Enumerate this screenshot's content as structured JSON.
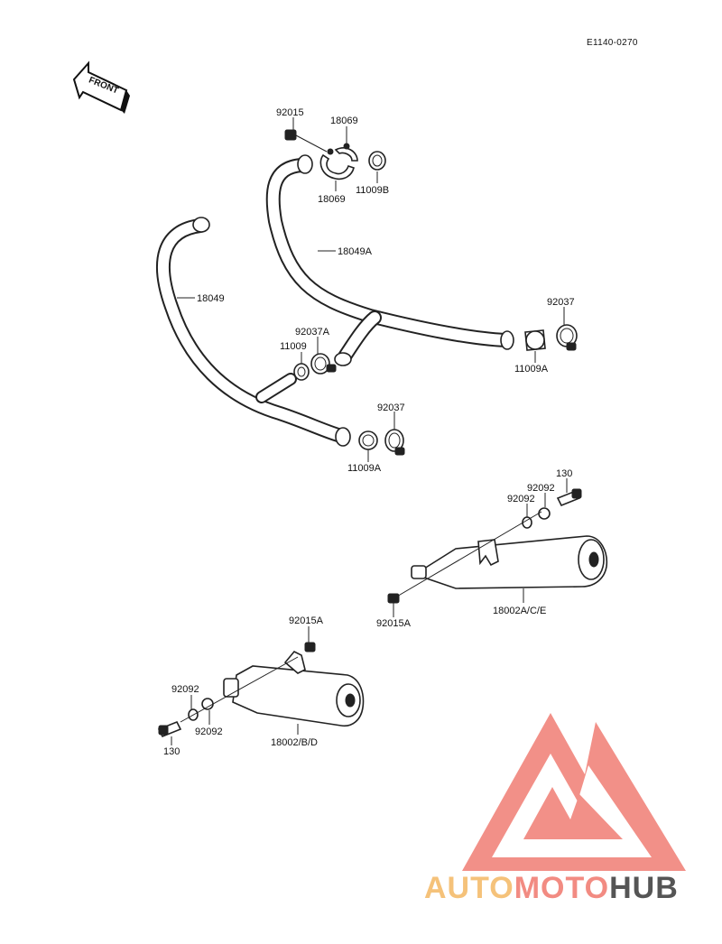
{
  "diagram_code": "E1140-0270",
  "front_label": "FRONT",
  "labels": {
    "p92015": "92015",
    "p18069_top": "18069",
    "p18069_bottom": "18069",
    "p11009B": "11009B",
    "p18049A": "18049A",
    "p18049": "18049",
    "p92037_right": "92037",
    "p11009A_right": "11009A",
    "p92037A": "92037A",
    "p11009": "11009",
    "p92037_lower": "92037",
    "p11009A_lower": "11009A",
    "p130_upper": "130",
    "p92092_upper_a": "92092",
    "p92092_upper_b": "92092",
    "p92015A_right": "92015A",
    "p18002ACE": "18002A/C/E",
    "p92015A_left": "92015A",
    "p92092_left_a": "92092",
    "p92092_left_b": "92092",
    "p130_lower": "130",
    "p18002BD": "18002/B/D"
  },
  "watermark": {
    "part1": "AUTO",
    "part2": "MOTO",
    "part3": "HUB",
    "color1": "#f5c27a",
    "color2": "#f28b82",
    "color3": "#555555",
    "logo_color": "#f28b82"
  }
}
